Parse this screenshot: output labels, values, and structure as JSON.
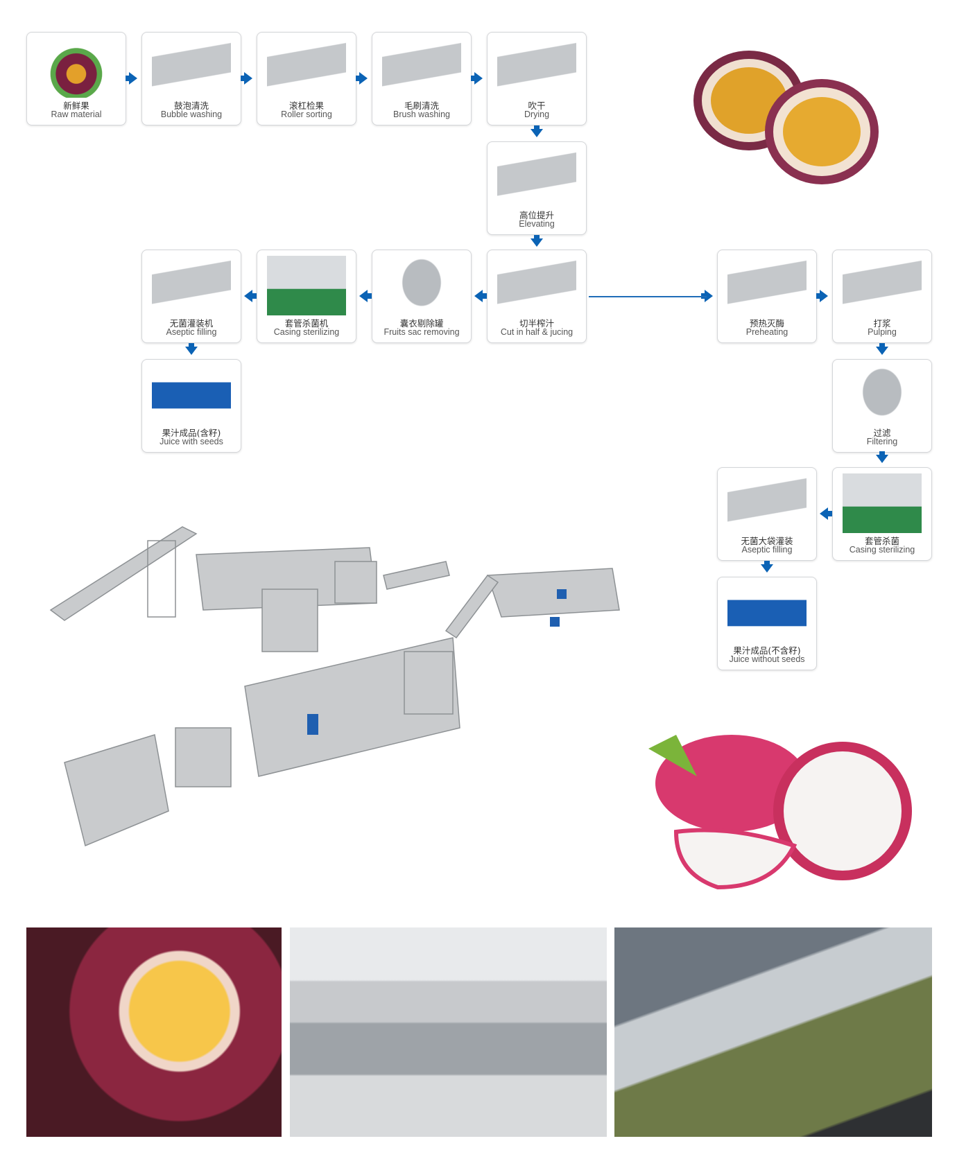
{
  "steps": {
    "raw_material": {
      "cn": "新鲜果",
      "en": "Raw material"
    },
    "bubble_washing": {
      "cn": "鼓泡清洗",
      "en": "Bubble washing"
    },
    "roller_sorting": {
      "cn": "滚杠检果",
      "en": "Roller sorting"
    },
    "brush_washing": {
      "cn": "毛刷清洗",
      "en": "Brush washing"
    },
    "drying": {
      "cn": "吹干",
      "en": "Drying"
    },
    "elevating": {
      "cn": "高位提升",
      "en": "Elevating"
    },
    "cut_juicing": {
      "cn": "切半榨汁",
      "en": "Cut in half & jucing"
    },
    "fruit_sac_removing": {
      "cn": "囊衣剔除罐",
      "en": "Fruits sac removing"
    },
    "casing_sterilizing_1": {
      "cn": "套管杀菌机",
      "en": "Casing sterilizing"
    },
    "aseptic_filling_1": {
      "cn": "无菌灌装机",
      "en": "Aseptic filling"
    },
    "juice_with_seeds": {
      "cn": "果汁成品(含籽)",
      "en": "Juice with seeds"
    },
    "preheating": {
      "cn": "预热灭酶",
      "en": "Preheating"
    },
    "pulping": {
      "cn": "打浆",
      "en": "Pulping"
    },
    "filtering": {
      "cn": "过滤",
      "en": "Filtering"
    },
    "casing_sterilizing_2": {
      "cn": "套管杀菌",
      "en": "Casing sterilizing"
    },
    "aseptic_filling_2": {
      "cn": "无菌大袋灌装",
      "en": "Aseptic filling"
    },
    "juice_without_seeds": {
      "cn": "果汁成品(不含籽)",
      "en": "Juice without seeds"
    }
  },
  "colors": {
    "arrow": "#0b63b5",
    "border": "#d4d6d9"
  }
}
